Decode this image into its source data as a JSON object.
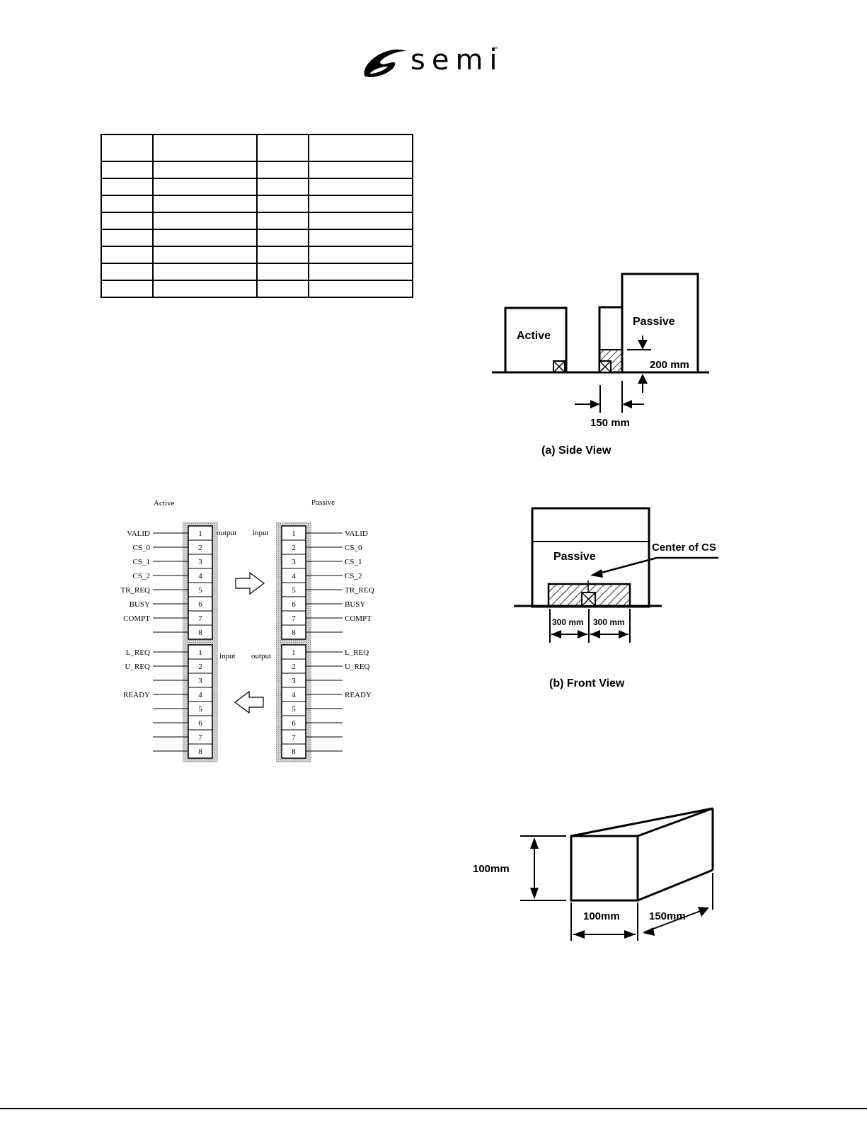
{
  "logo": {
    "text": "semi",
    "tm": "™"
  },
  "side_view": {
    "active_label": "Active",
    "passive_label": "Passive",
    "dim_height": "200 mm",
    "dim_width": "150 mm",
    "caption": "(a) Side View"
  },
  "front_view": {
    "passive_label": "Passive",
    "center_label": "Center of CS",
    "dim_left": "300 mm",
    "dim_right": "300 mm",
    "caption": "(b) Front View"
  },
  "connector": {
    "active_title": "Active",
    "passive_title": "Passive",
    "top": {
      "left_io": "output",
      "right_io": "input",
      "active_signals": [
        "VALID",
        "CS_0",
        "CS_1",
        "CS_2",
        "TR_REQ",
        "BUSY",
        "COMPT",
        ""
      ],
      "passive_signals": [
        "VALID",
        "CS_0",
        "CS_1",
        "CS_2",
        "TR_REQ",
        "BUSY",
        "COMPT",
        ""
      ],
      "pins": [
        "1",
        "2",
        "3",
        "4",
        "5",
        "6",
        "7",
        "8"
      ]
    },
    "bottom": {
      "left_io": "input",
      "right_io": "output",
      "active_signals": [
        "L_REQ",
        "U_REQ",
        "",
        "READY",
        "",
        "",
        "",
        ""
      ],
      "passive_signals": [
        "L_REQ",
        "U_REQ",
        "",
        "READY",
        "",
        "",
        "",
        ""
      ],
      "pins": [
        "1",
        "2",
        "3",
        "4",
        "5",
        "6",
        "7",
        "8"
      ]
    }
  },
  "box_dims": {
    "height": "100mm",
    "width": "100mm",
    "depth": "150mm"
  }
}
